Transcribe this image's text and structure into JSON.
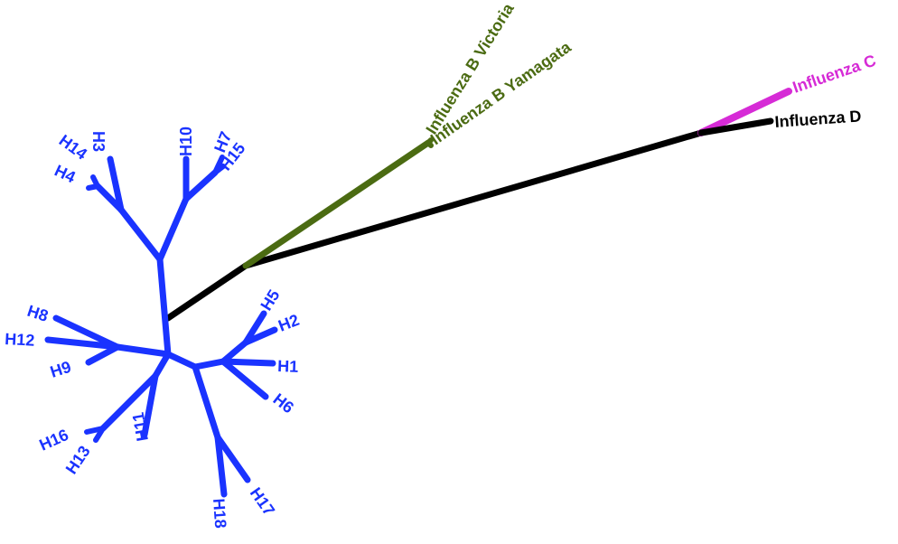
{
  "tree": {
    "colors": {
      "influenza_a": "#1a33ff",
      "influenza_b": "#4b6b12",
      "influenza_c": "#d62bd6",
      "influenza_d": "#000000",
      "root": "#000000"
    },
    "labels": {
      "h1": "H1",
      "h2": "H2",
      "h3": "H3",
      "h4": "H4",
      "h5": "H5",
      "h6": "H6",
      "h7": "H7",
      "h8": "H8",
      "h9": "H9",
      "h10": "H10",
      "h11": "H11",
      "h12": "H12",
      "h13": "H13",
      "h14": "H14",
      "h15": "H15",
      "h16": "H16",
      "h17": "H17",
      "h18": "H18",
      "influenza_b_victoria": "Influenza B Victoria",
      "influenza_b_yamagata": "Influenza B Yamagata",
      "influenza_c": "Influenza C",
      "influenza_d": "Influenza D"
    }
  }
}
